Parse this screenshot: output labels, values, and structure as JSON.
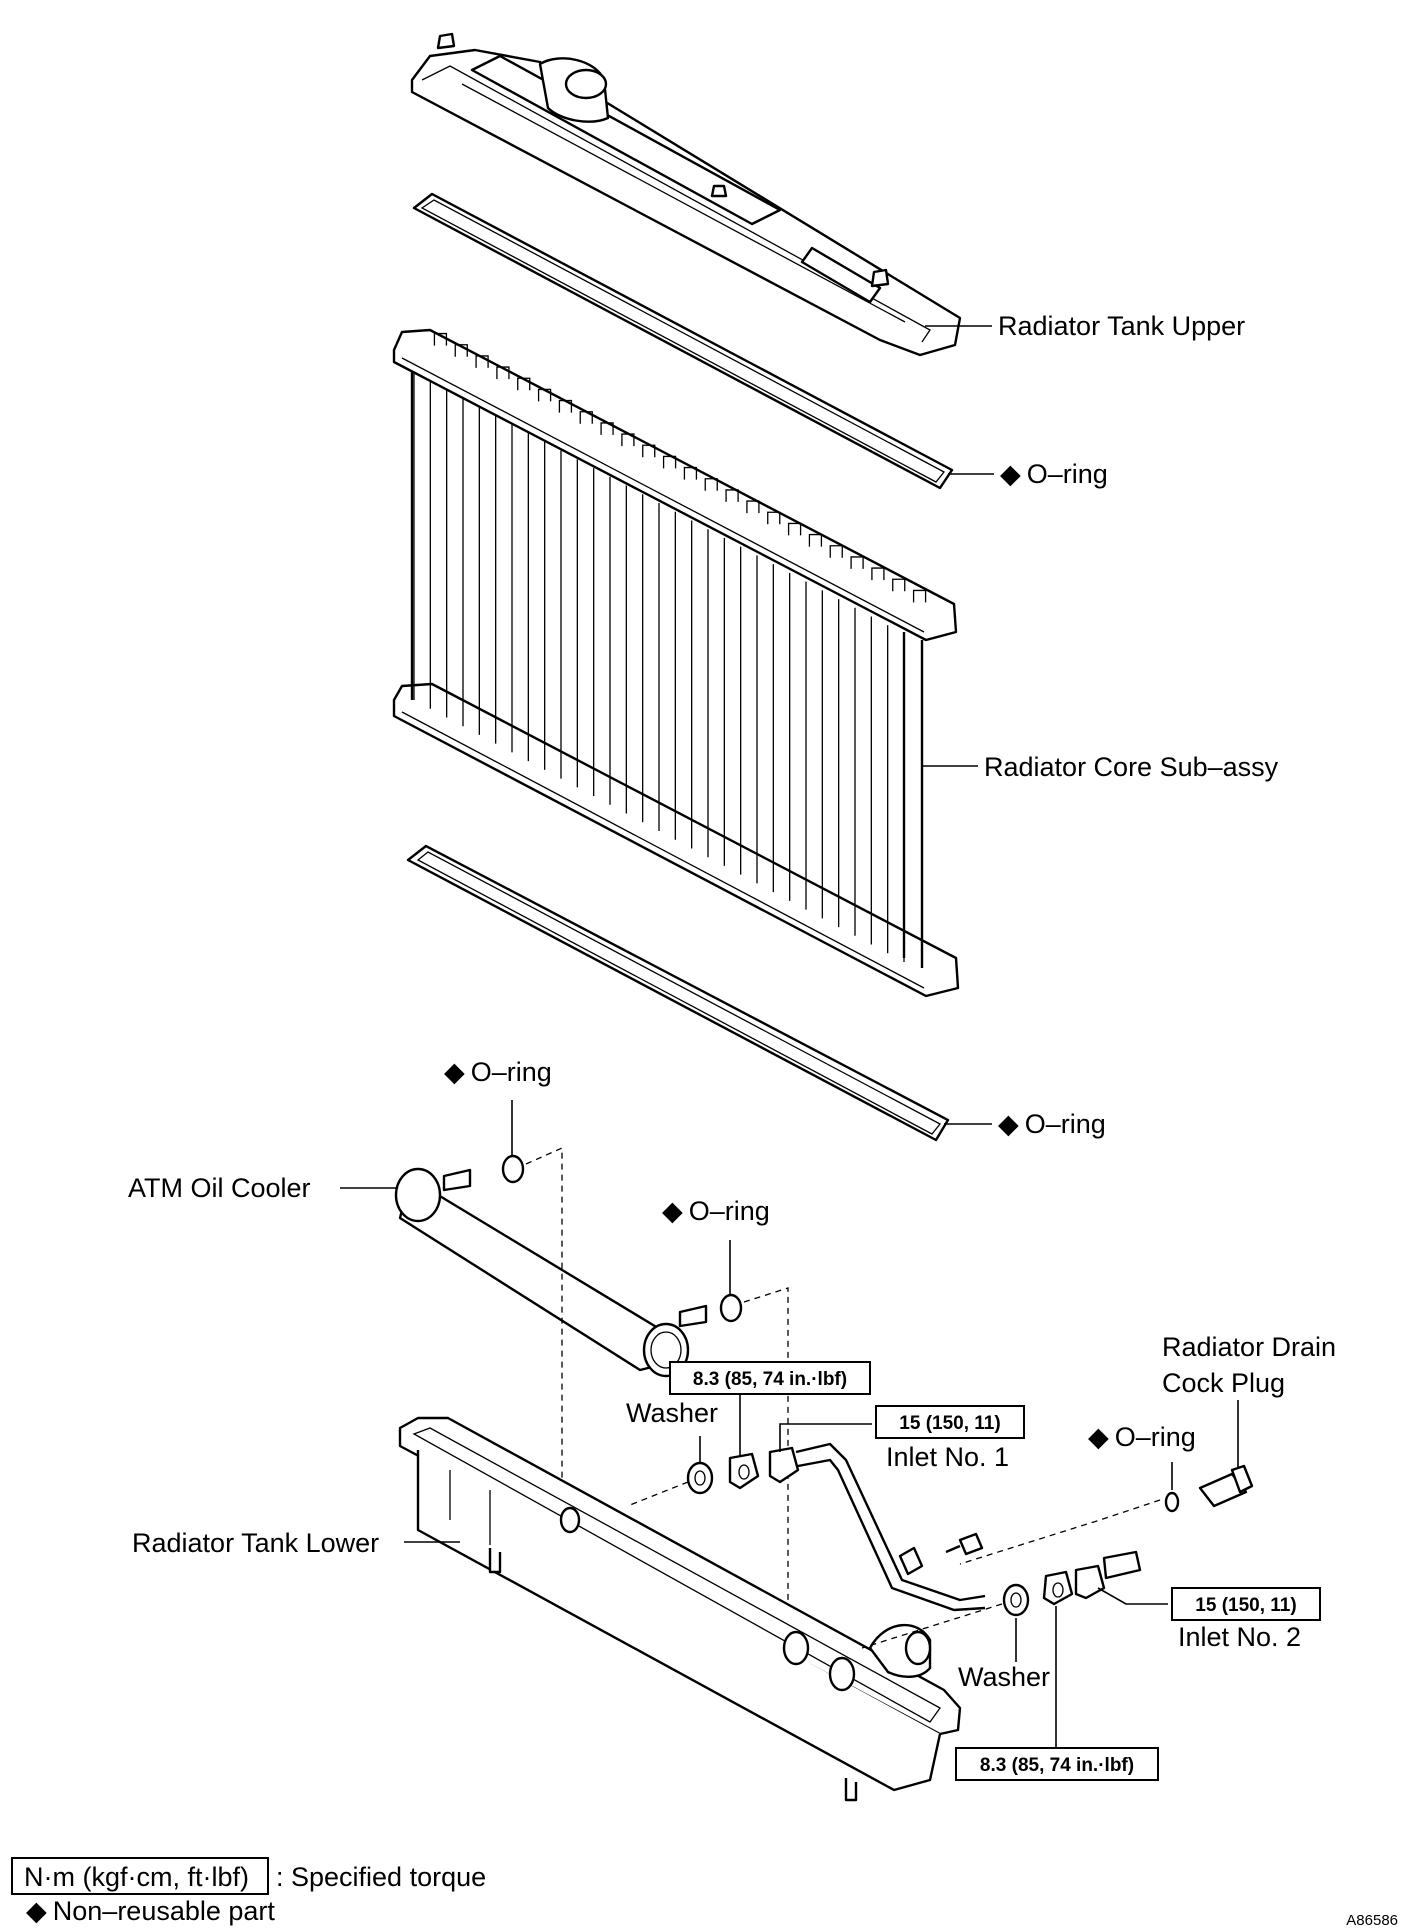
{
  "labels": {
    "radiator_tank_upper": "Radiator Tank Upper",
    "o_ring": "O–ring",
    "radiator_core": "Radiator Core Sub–assy",
    "atm_oil_cooler": "ATM Oil Cooler",
    "radiator_drain_line1": "Radiator Drain",
    "radiator_drain_line2": "Cock Plug",
    "washer": "Washer",
    "inlet_no1": "Inlet No. 1",
    "inlet_no2": "Inlet No. 2",
    "radiator_tank_lower": "Radiator Tank Lower"
  },
  "torques": {
    "nut_upper": "8.3 (85, 74 in.·lbf)",
    "inlet_no1": "15 (150, 11)",
    "inlet_no2": "15 (150, 11)",
    "nut_lower": "8.3 (85, 74 in.·lbf)"
  },
  "legend": {
    "unit_box": "N·m (kgf·cm, ft·lbf)",
    "unit_desc": ": Specified torque",
    "nonreusable": "Non–reusable part"
  },
  "symbols": {
    "diamond": "◆"
  },
  "figure_id": "A86586"
}
